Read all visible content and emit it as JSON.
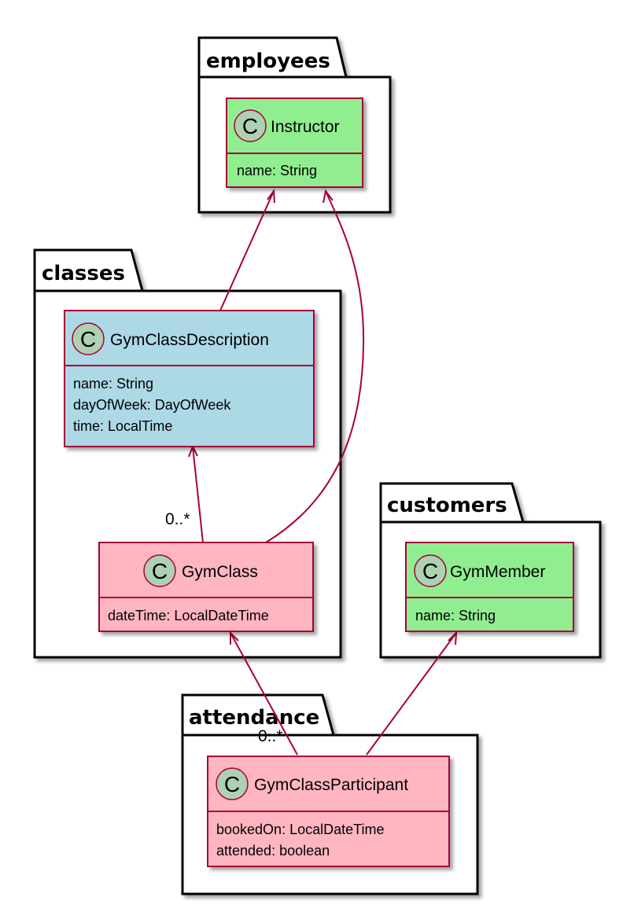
{
  "packages": {
    "employees": "employees",
    "classes": "classes",
    "customers": "customers",
    "attendance": "attendance"
  },
  "classes": {
    "instructor": {
      "stereotype": "C",
      "name": "Instructor",
      "attributes": [
        "name: String"
      ],
      "fill": "#90EE90"
    },
    "gym_class_description": {
      "stereotype": "C",
      "name": "GymClassDescription",
      "attributes": [
        "name: String",
        "dayOfWeek: DayOfWeek",
        "time: LocalTime"
      ],
      "fill": "#ADD8E6"
    },
    "gym_class": {
      "stereotype": "C",
      "name": "GymClass",
      "attributes": [
        "dateTime: LocalDateTime"
      ],
      "fill": "#FFB6C1"
    },
    "gym_member": {
      "stereotype": "C",
      "name": "GymMember",
      "attributes": [
        "name: String"
      ],
      "fill": "#90EE90"
    },
    "gym_class_participant": {
      "stereotype": "C",
      "name": "GymClassParticipant",
      "attributes": [
        "bookedOn: LocalDateTime",
        "attended: boolean"
      ],
      "fill": "#FFB6C1"
    }
  },
  "multiplicities": {
    "gym_class_to_description": "0..*",
    "participant_to_gym_class": "0..*"
  },
  "colors": {
    "class_border": "#A80036",
    "edge": "#A80036",
    "stereotype_circle": "#ADD1B2"
  }
}
